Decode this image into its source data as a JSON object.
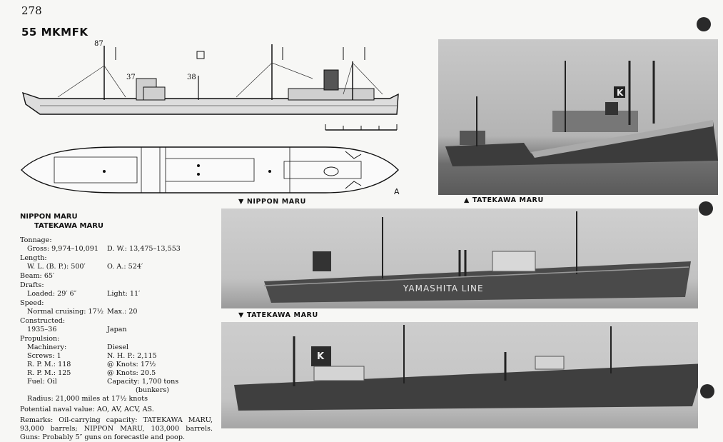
{
  "page_number": "278",
  "heading": "55 MKMFK",
  "profile_labels": {
    "mast_a": "87",
    "mast_b": "37",
    "mast_c": "38"
  },
  "plan_label": "A",
  "captions": {
    "nippon": "▼ NIPPON MARU",
    "tatekawa_top": "▲ TATEKAWA MARU",
    "tatekawa_mid": "▼ TATEKAWA MARU"
  },
  "hull_text": "YAMASHITA LINE",
  "funnel_letter": "K",
  "specs": {
    "title1": "NIPPON MARU",
    "title2": "TATEKAWA MARU",
    "tonnage_label": "Tonnage:",
    "gross": "Gross: 9,974–10,091",
    "dw": "D. W.: 13,475–13,553",
    "length_label": "Length:",
    "wl": "W. L. (B. P.): 500′",
    "oa": "O. A.: 524′",
    "beam": "Beam: 65′",
    "drafts_label": "Drafts:",
    "loaded": "Loaded: 29′ 6″",
    "light": "Light: 11′",
    "speed_label": "Speed:",
    "cruising": "Normal cruising: 17½",
    "max": "Max.: 20",
    "constructed_label": "Constructed:",
    "years": "1935–36",
    "country": "Japan",
    "propulsion_label": "Propulsion:",
    "machinery": "Machinery:",
    "diesel": "Diesel",
    "screws": "Screws: 1",
    "nhp": "N. H. P.: 2,115",
    "rpm1": "R. P. M.: 118",
    "knots1": "@ Knots: 17½",
    "rpm2": "R. P. M.: 125",
    "knots2": "@ Knots: 20.5",
    "fuel": "Fuel: Oil",
    "capacity": "Capacity: 1,700 tons",
    "bunkers": "(bunkers)",
    "radius": "Radius: 21,000 miles at 17½ knots",
    "naval_value": "Potential naval value: AO, AV, ACV, AS.",
    "remarks": "Remarks: Oil-carrying capacity: TATEKAWA MARU, 93,000 barrels; NIPPON MARU, 103,000 barrels. Guns: Probably 5″ guns on forecastle and poop."
  }
}
